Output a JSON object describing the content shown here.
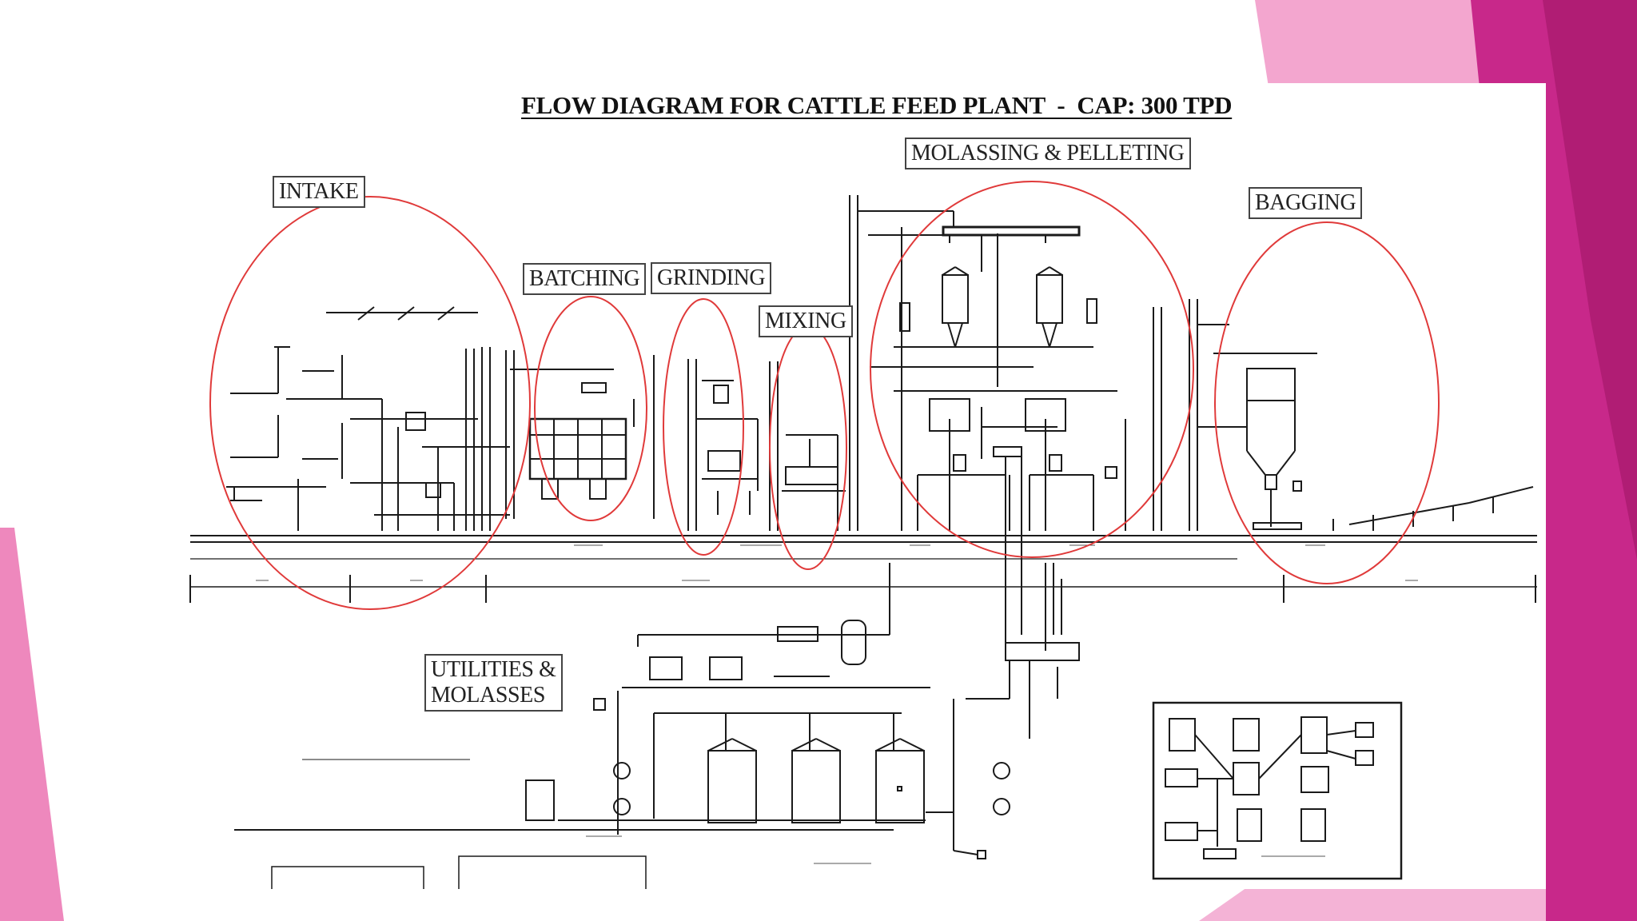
{
  "diagram": {
    "title": "FLOW DIAGRAM FOR CATTLE FEED PLANT  -  CAP: 300 TPD",
    "sections": {
      "intake": "INTAKE",
      "batching": "BATCHING",
      "grinding": "GRINDING",
      "mixing": "MIXING",
      "molassing_pelleting": "MOLASSING & PELLETING",
      "bagging": "BAGGING",
      "utilities_line1": "UTILITIES &",
      "utilities_line2": "MOLASSES"
    }
  },
  "colors": {
    "highlight_oval": "#e03a3a",
    "drawing_line": "#1a1a1a",
    "frame_pink_light": "#f19ac8",
    "frame_pink_dark": "#c41e7c"
  }
}
